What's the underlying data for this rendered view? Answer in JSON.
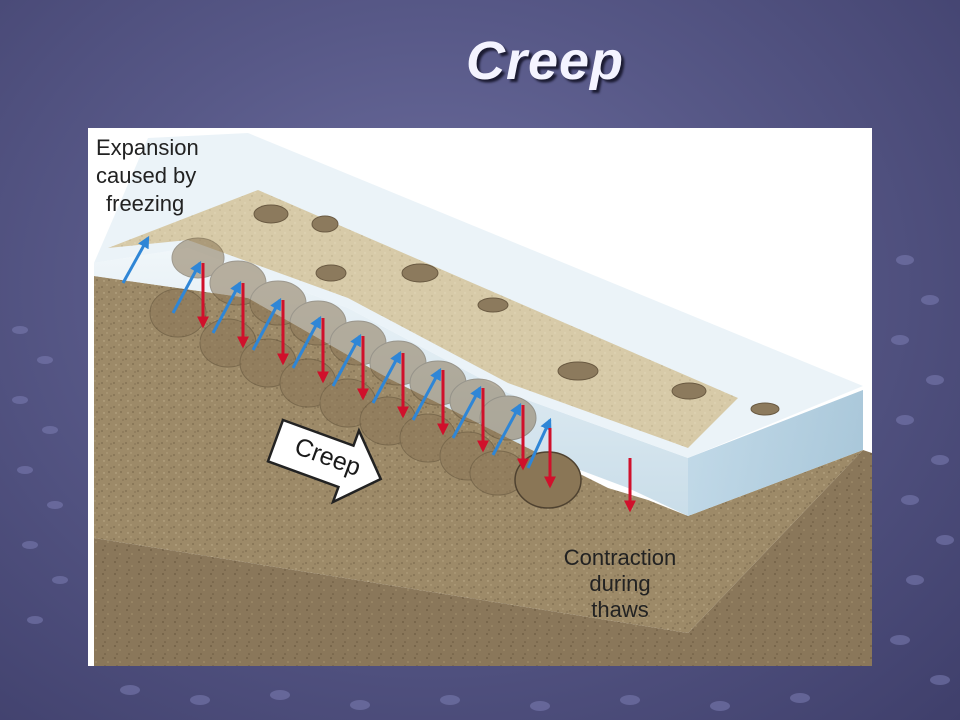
{
  "slide": {
    "title": "Creep"
  },
  "diagram": {
    "label_expansion": [
      "Expansion",
      "caused by",
      "freezing"
    ],
    "label_contraction": [
      "Contraction",
      "during",
      "thaws"
    ],
    "arrow_label": "Creep",
    "colors": {
      "expansion_arrow": "#2f86d6",
      "contraction_arrow": "#d0102b",
      "soil": "#9b8866",
      "ice_layer": "#cfe3ee",
      "background": "#4f5080"
    }
  }
}
